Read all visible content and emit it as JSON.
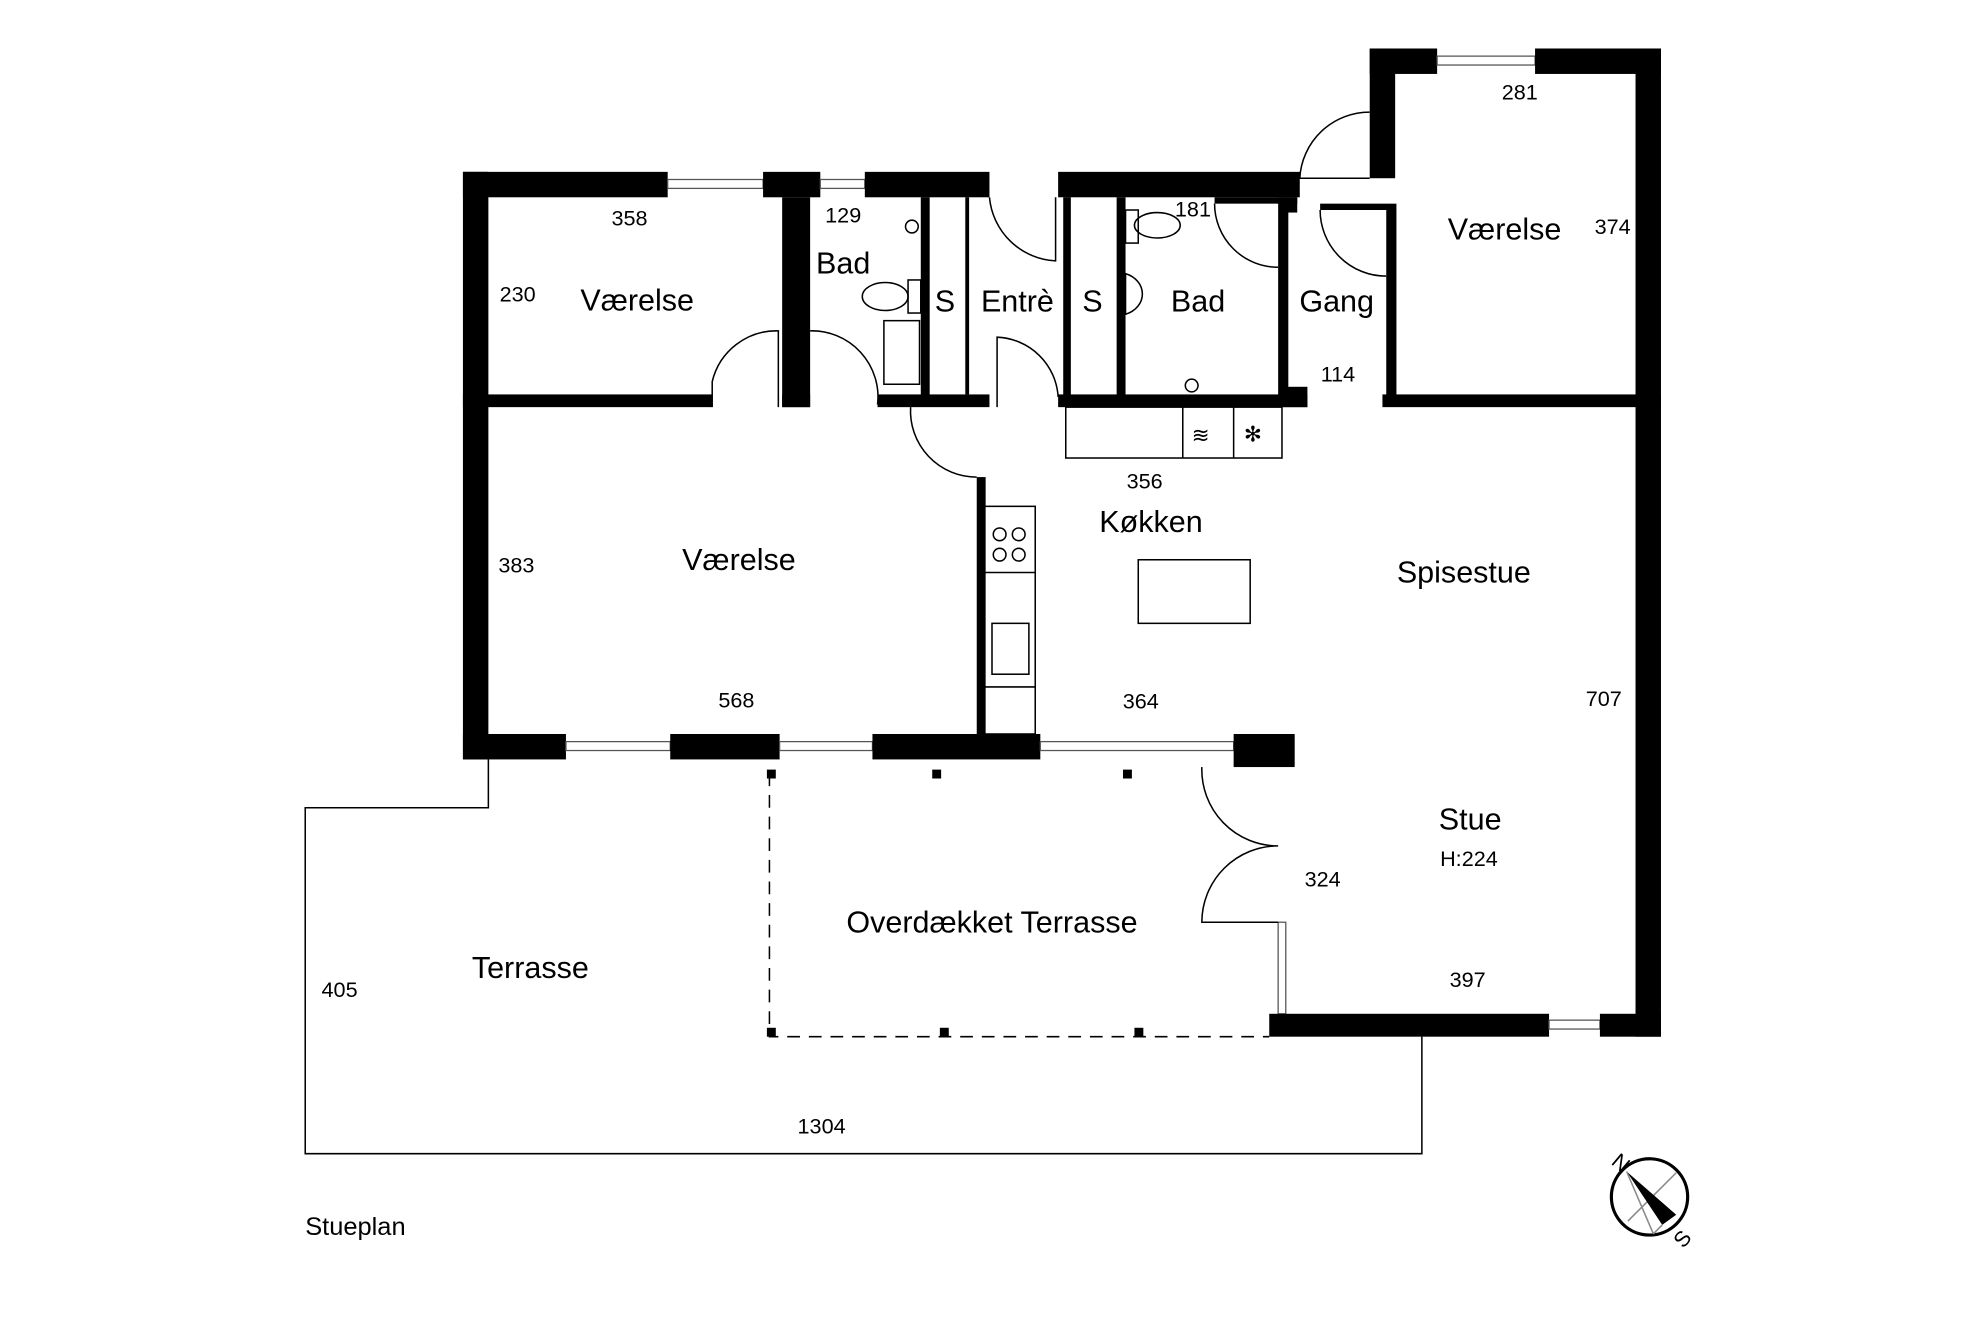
{
  "plan_title": "Stueplan",
  "rooms": {
    "vaerelse_top_left": "Værelse",
    "bad_left": "Bad",
    "s_left": "S",
    "entre": "Entrè",
    "s_right": "S",
    "bad_right": "Bad",
    "gang": "Gang",
    "vaerelse_top_right": "Værelse",
    "vaerelse_mid_left": "Værelse",
    "kokken": "Køkken",
    "spisestue": "Spisestue",
    "stue": "Stue",
    "stue_height": "H:224",
    "overdaekket_terrasse": "Overdækket Terrasse",
    "terrasse": "Terrasse"
  },
  "dimensions": {
    "d358": "358",
    "d230": "230",
    "d129": "129",
    "d181": "181",
    "d114": "114",
    "d281": "281",
    "d374": "374",
    "d356": "356",
    "d383": "383",
    "d568": "568",
    "d364": "364",
    "d707": "707",
    "d324": "324",
    "d397": "397",
    "d405": "405",
    "d1304": "1304"
  },
  "compass": {
    "north": "N",
    "south": "S"
  }
}
